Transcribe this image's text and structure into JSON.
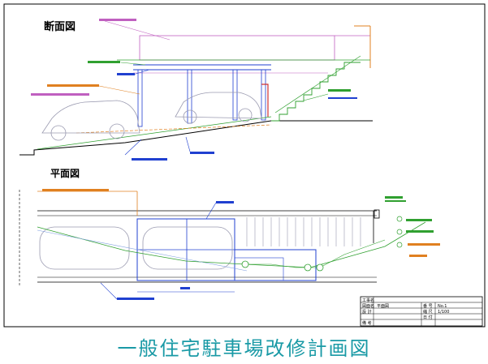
{
  "section_title": "断面図",
  "plan_title": "平面図",
  "caption": "一般住宅駐車場改修計画図",
  "colors": {
    "ink": "#000000",
    "magenta": "#c060c0",
    "blue": "#2040d0",
    "lightblue": "#80a0e0",
    "green": "#30a030",
    "orange": "#e08020",
    "gray": "#9a9ab0",
    "caption": "#1a9aa6"
  },
  "title_block": {
    "row1": [
      "工事名",
      "",
      "",
      ""
    ],
    "row2": [
      "図面名",
      "平面図",
      "番 号",
      "No.1"
    ],
    "row3": [
      "設 計",
      "",
      "縮 尺",
      "1/100"
    ],
    "row4": [
      "",
      "",
      "日 付",
      ""
    ],
    "row5": [
      "備 考",
      "",
      "",
      ""
    ]
  }
}
